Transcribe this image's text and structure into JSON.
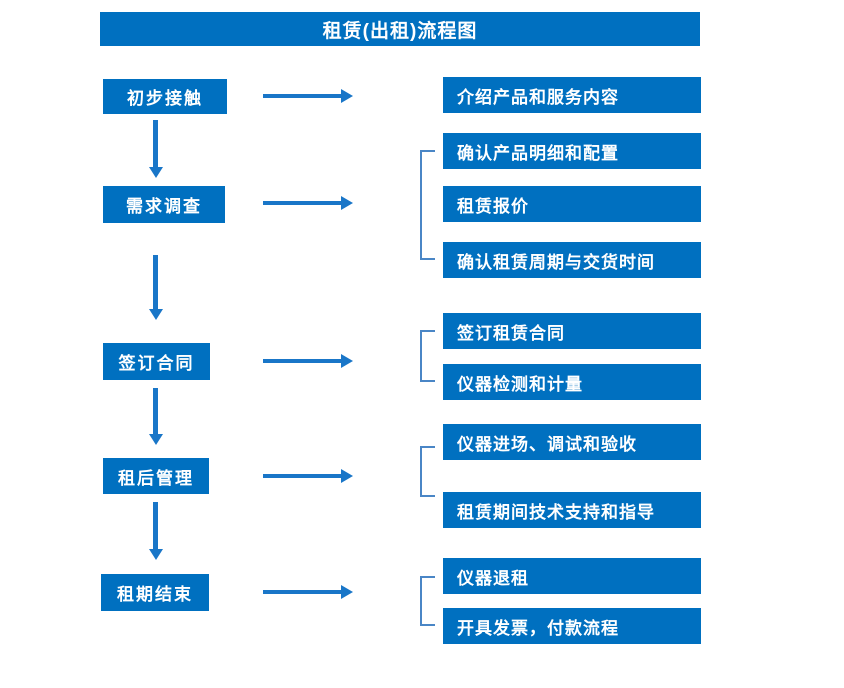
{
  "title": "租赁(出租)流程图",
  "colors": {
    "box": "#0070C0",
    "arrow": "#1976C8",
    "bracket": "#4A86C6",
    "text": "#FFFFFF"
  },
  "steps": [
    {
      "label": "初步接触",
      "outputs": [
        "介绍产品和服务内容"
      ]
    },
    {
      "label": "需求调查",
      "outputs": [
        "确认产品明细和配置",
        "租赁报价",
        "确认租赁周期与交货时间"
      ]
    },
    {
      "label": "签订合同",
      "outputs": [
        "签订租赁合同",
        "仪器检测和计量"
      ]
    },
    {
      "label": "租后管理",
      "outputs": [
        "仪器进场、调试和验收",
        "租赁期间技术支持和指导"
      ]
    },
    {
      "label": "租期结束",
      "outputs": [
        "仪器退租",
        "开具发票，付款流程"
      ]
    }
  ]
}
